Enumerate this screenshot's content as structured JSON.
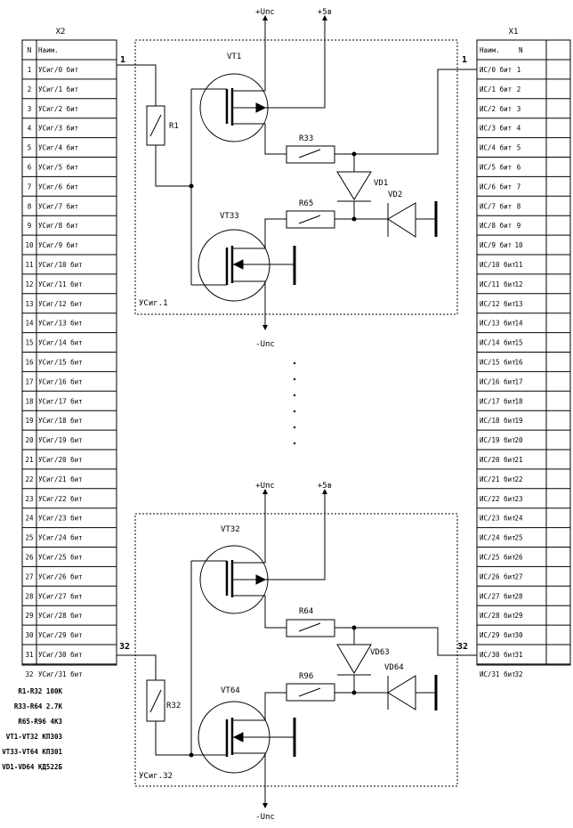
{
  "connectors": {
    "left": {
      "title": "X2",
      "header_num": "N",
      "header_name": "Наим.",
      "rows": [
        {
          "num": "1",
          "name": "УСиг/0 бит"
        },
        {
          "num": "2",
          "name": "УСиг/1 бит"
        },
        {
          "num": "3",
          "name": "УСиг/2 бит"
        },
        {
          "num": "4",
          "name": "УСиг/3 бит"
        },
        {
          "num": "5",
          "name": "УСиг/4 бит"
        },
        {
          "num": "6",
          "name": "УСиг/5 бит"
        },
        {
          "num": "7",
          "name": "УСиг/6 бит"
        },
        {
          "num": "8",
          "name": "УСиг/7 бит"
        },
        {
          "num": "9",
          "name": "УСиг/8 бит"
        },
        {
          "num": "10",
          "name": "УСиг/9 бит"
        },
        {
          "num": "11",
          "name": "УСиг/10 бит"
        },
        {
          "num": "12",
          "name": "УСиг/11 бит"
        },
        {
          "num": "13",
          "name": "УСиг/12 бит"
        },
        {
          "num": "14",
          "name": "УСиг/13 бит"
        },
        {
          "num": "15",
          "name": "УСиг/14 бит"
        },
        {
          "num": "16",
          "name": "УСиг/15 бит"
        },
        {
          "num": "17",
          "name": "УСиг/16 бит"
        },
        {
          "num": "18",
          "name": "УСиг/17 бит"
        },
        {
          "num": "19",
          "name": "УСиг/18 бит"
        },
        {
          "num": "20",
          "name": "УСиг/19 бит"
        },
        {
          "num": "21",
          "name": "УСиг/20 бит"
        },
        {
          "num": "22",
          "name": "УСиг/21 бит"
        },
        {
          "num": "23",
          "name": "УСиг/22 бит"
        },
        {
          "num": "24",
          "name": "УСиг/23 бит"
        },
        {
          "num": "25",
          "name": "УСиг/24 бит"
        },
        {
          "num": "26",
          "name": "УСиг/25 бит"
        },
        {
          "num": "27",
          "name": "УСиг/26 бит"
        },
        {
          "num": "28",
          "name": "УСиг/27 бит"
        },
        {
          "num": "29",
          "name": "УСиг/28 бит"
        },
        {
          "num": "30",
          "name": "УСиг/29 бит"
        },
        {
          "num": "31",
          "name": "УСиг/30 бит"
        },
        {
          "num": "32",
          "name": "УСиг/31 бит"
        }
      ]
    },
    "right": {
      "title": "X1",
      "header_num": "N",
      "header_name": "Наим.",
      "rows": [
        {
          "num": "1",
          "name": "ИС/0 бит"
        },
        {
          "num": "2",
          "name": "ИС/1 бит"
        },
        {
          "num": "3",
          "name": "ИС/2 бит"
        },
        {
          "num": "4",
          "name": "ИС/3 бит"
        },
        {
          "num": "5",
          "name": "ИС/4 бит"
        },
        {
          "num": "6",
          "name": "ИС/5 бит"
        },
        {
          "num": "7",
          "name": "ИС/6 бит"
        },
        {
          "num": "8",
          "name": "ИС/7 бит"
        },
        {
          "num": "9",
          "name": "ИС/8 бит"
        },
        {
          "num": "10",
          "name": "ИС/9 бит"
        },
        {
          "num": "11",
          "name": "ИС/10 бит"
        },
        {
          "num": "12",
          "name": "ИС/11 бит"
        },
        {
          "num": "13",
          "name": "ИС/12 бит"
        },
        {
          "num": "14",
          "name": "ИС/13 бит"
        },
        {
          "num": "15",
          "name": "ИС/14 бит"
        },
        {
          "num": "16",
          "name": "ИС/15 бит"
        },
        {
          "num": "17",
          "name": "ИС/16 бит"
        },
        {
          "num": "18",
          "name": "ИС/17 бит"
        },
        {
          "num": "19",
          "name": "ИС/18 бит"
        },
        {
          "num": "20",
          "name": "ИС/19 бит"
        },
        {
          "num": "21",
          "name": "ИС/20 бит"
        },
        {
          "num": "22",
          "name": "ИС/21 бит"
        },
        {
          "num": "23",
          "name": "ИС/22 бит"
        },
        {
          "num": "24",
          "name": "ИС/23 бит"
        },
        {
          "num": "25",
          "name": "ИС/24 бит"
        },
        {
          "num": "26",
          "name": "ИС/25 бит"
        },
        {
          "num": "27",
          "name": "ИС/26 бит"
        },
        {
          "num": "28",
          "name": "ИС/27 бит"
        },
        {
          "num": "29",
          "name": "ИС/28 бит"
        },
        {
          "num": "30",
          "name": "ИС/29 бит"
        },
        {
          "num": "31",
          "name": "ИС/30 бит"
        },
        {
          "num": "32",
          "name": "ИС/31 бит"
        }
      ]
    }
  },
  "cell_top": {
    "wire_left": "1",
    "wire_right": "1",
    "supply_pos": "+Uпс",
    "supply_5v": "+5в",
    "supply_neg": "-Uпс",
    "transistor_top": "VT1",
    "transistor_bottom": "VT33",
    "resistor_input": "R1",
    "resistor_pullup": "R33",
    "resistor_gate": "R65",
    "diode_1": "VD1",
    "diode_2": "VD2",
    "cell_label": "УСиг.1"
  },
  "cell_bottom": {
    "wire_left": "32",
    "wire_right": "32",
    "supply_pos": "+Uпс",
    "supply_5v": "+5в",
    "supply_neg": "-Uпс",
    "transistor_top": "VT32",
    "transistor_bottom": "VT64",
    "resistor_input": "R32",
    "resistor_pullup": "R64",
    "resistor_gate": "R96",
    "diode_1": "VD63",
    "diode_2": "VD64",
    "cell_label": "УСиг.32"
  },
  "legend": [
    "R1-R32 100К",
    "R33-R64 2.7К",
    "R65-R96 4К3",
    "VT1-VT32 КП303",
    "VT33-VT64 КП301",
    "VD1-VD64 КД522Б"
  ]
}
